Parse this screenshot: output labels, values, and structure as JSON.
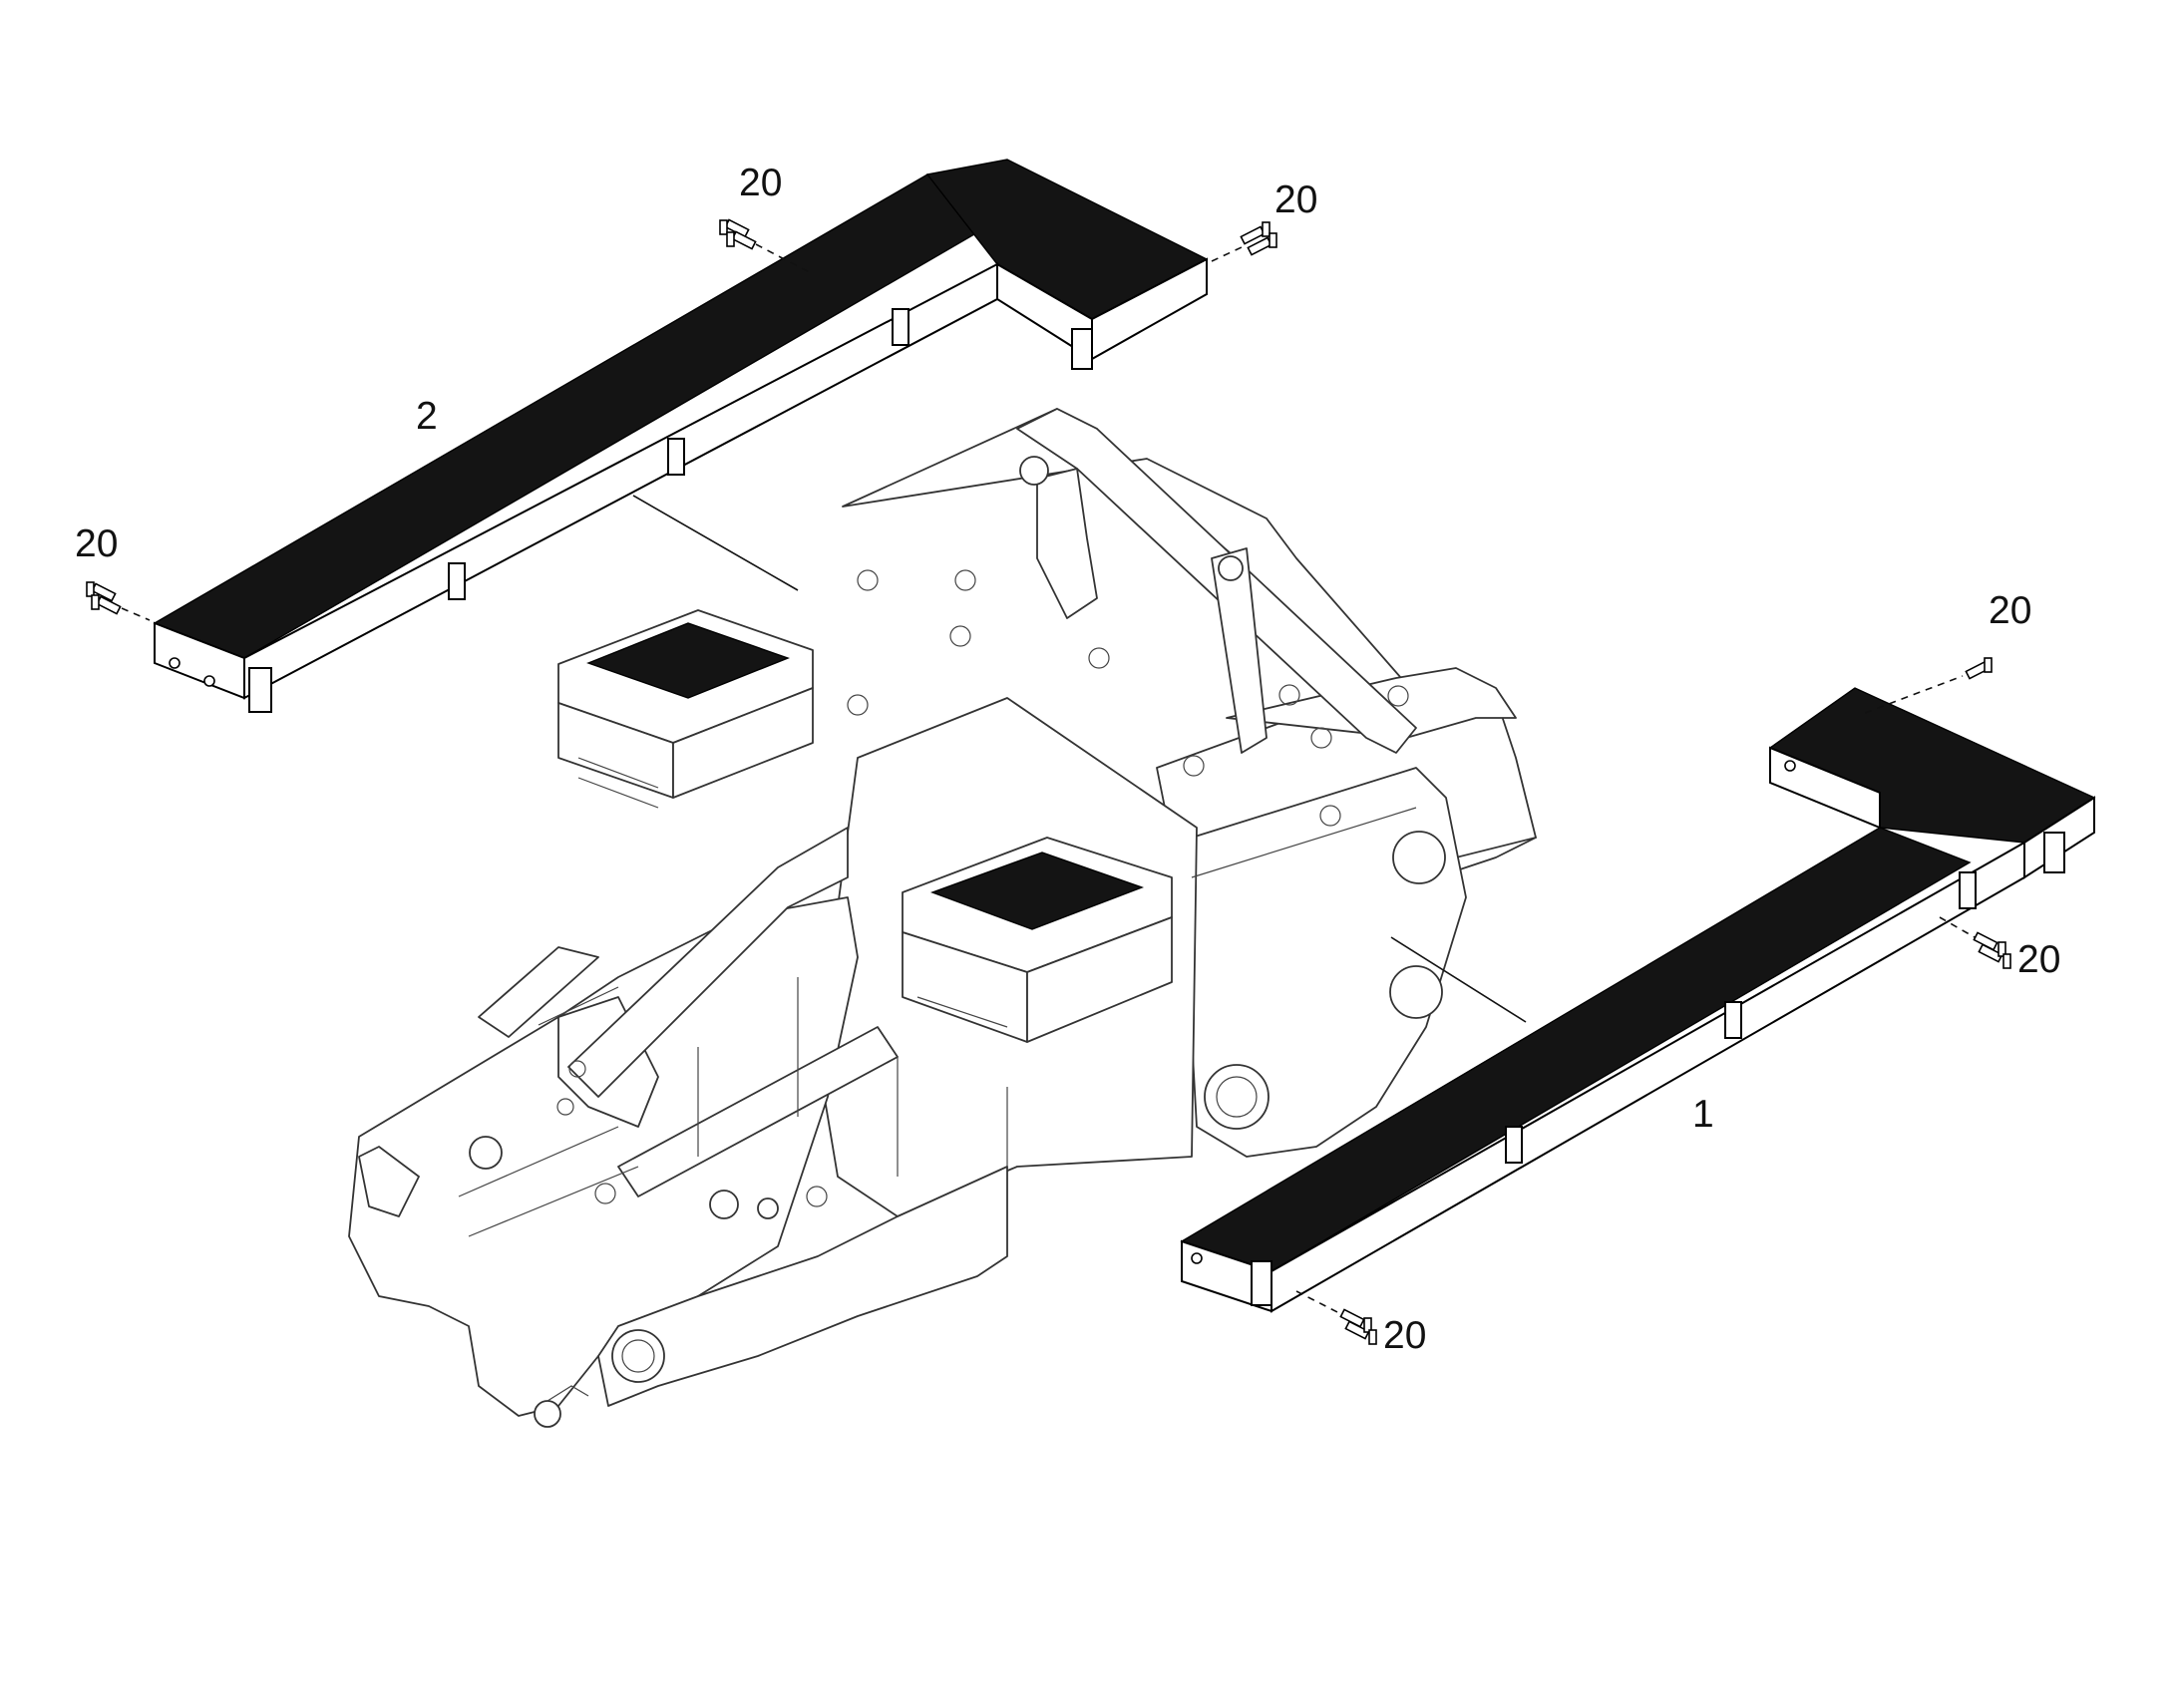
{
  "callouts": {
    "walkway_left": "2",
    "walkway_right": "1",
    "bolt_top_mid": "20",
    "bolt_top_right": "20",
    "bolt_left": "20",
    "bolt_right_upper": "20",
    "bolt_right_mid": "20",
    "bolt_right_lower": "20"
  }
}
